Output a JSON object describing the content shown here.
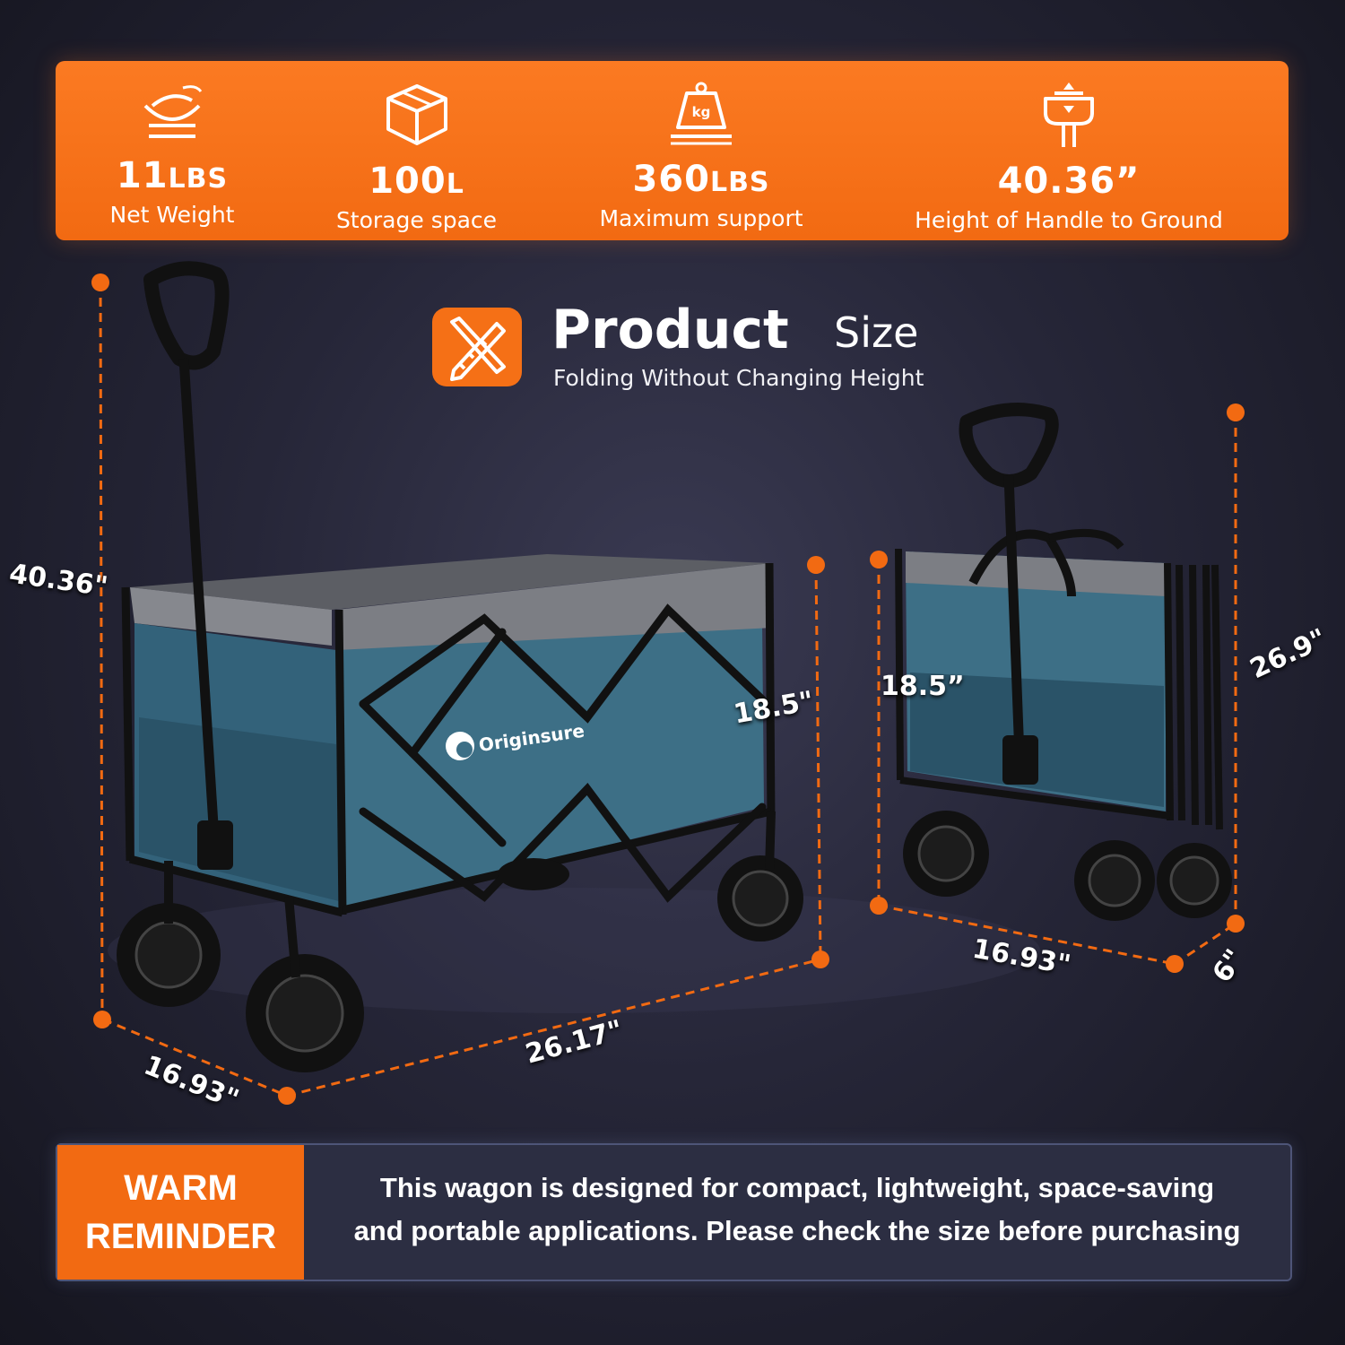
{
  "stats": [
    {
      "value": "11",
      "unit": "LBS",
      "label": "Net Weight",
      "icon": "feather-scale-icon"
    },
    {
      "value": "100",
      "unit": "L",
      "label": "Storage space",
      "icon": "box-icon"
    },
    {
      "value": "360",
      "unit": "LBS",
      "label": "Maximum support",
      "icon": "kg-weight-icon"
    },
    {
      "value": "40.36”",
      "unit": "",
      "label": "Height of Handle to Ground",
      "icon": "handle-height-icon"
    }
  ],
  "title": {
    "main": "Product",
    "size": "Size",
    "subtitle": "Folding Without Changing Height",
    "icon": "ruler-pencil-icon"
  },
  "brand": "Originsure",
  "dimensions_open": {
    "height": "40.36\"",
    "side_height": "18.5\"",
    "width": "16.93\"",
    "length": "26.17\""
  },
  "dimensions_folded": {
    "side_height": "18.5”",
    "height": "26.9\"",
    "width": "16.93\"",
    "depth": "6\""
  },
  "reminder": {
    "tag_line1": "WARM",
    "tag_line2": "REMINDER",
    "text_line1": "This wagon is designed for compact, lightweight, space-saving",
    "text_line2": "and portable applications. Please check the size before purchasing"
  },
  "colors": {
    "accent": "#f26a12",
    "background": "#262638",
    "wagon_fabric": "#3d6f86",
    "wagon_trim": "#7c7e84"
  }
}
